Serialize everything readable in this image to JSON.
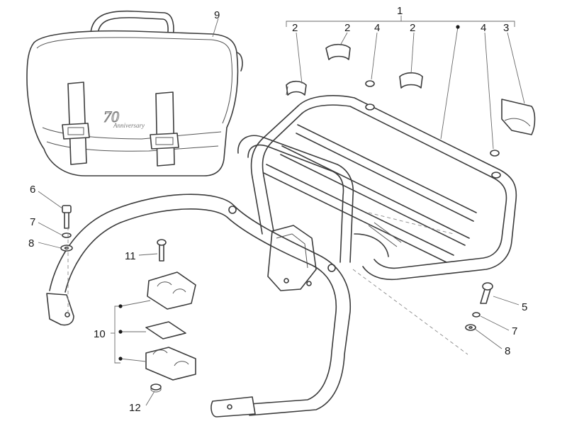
{
  "callouts": {
    "c1": "1",
    "c2a": "2",
    "c2b": "2",
    "c2c": "2",
    "c3": "3",
    "c4a": "4",
    "c4b": "4",
    "c5": "5",
    "c6": "6",
    "c7a": "7",
    "c7b": "7",
    "c8a": "8",
    "c8b": "8",
    "c9": "9",
    "c10": "10",
    "c11": "11",
    "c12": "12"
  },
  "logo": {
    "number": "70",
    "script": "Anniversary"
  },
  "colors": {
    "line": "#3c3c3c",
    "leader": "#6a6a6a",
    "text": "#1a1a1a"
  }
}
